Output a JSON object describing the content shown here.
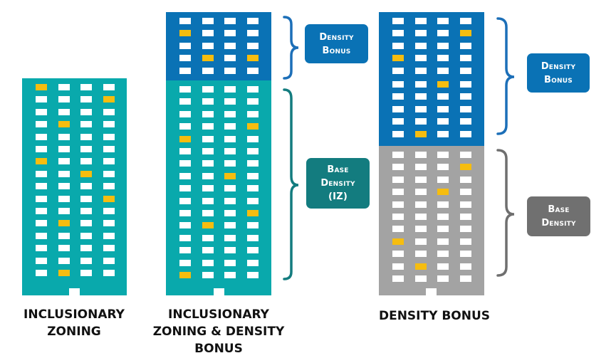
{
  "colors": {
    "teal": "#09a9ac",
    "blue": "#0a72b5",
    "gray": "#a3a3a3",
    "window": "#ffffff",
    "affordable_window": "#f6bd0f",
    "brace_blue": "#1c6fb8",
    "brace_teal": "#137c7f",
    "brace_gray": "#6f6f6f",
    "tag_blue": "#0a72b5",
    "tag_teal": "#137c7f",
    "tag_gray": "#707070"
  },
  "buildings": [
    {
      "id": "inclusionary-zoning",
      "caption": [
        "INCLUSIONARY",
        "ZONING"
      ],
      "sections": [
        {
          "kind": "base-iz",
          "color": "teal",
          "rows": 16,
          "affordable": [
            [
              1,
              1
            ],
            [
              2,
              4
            ],
            [
              4,
              2
            ],
            [
              7,
              1
            ],
            [
              8,
              3
            ],
            [
              10,
              4
            ],
            [
              12,
              2
            ],
            [
              16,
              2
            ]
          ]
        }
      ]
    },
    {
      "id": "iz-and-density-bonus",
      "caption": [
        "INCLUSIONARY",
        "ZONING & DENSITY",
        "BONUS"
      ],
      "sections": [
        {
          "kind": "density-bonus",
          "color": "blue",
          "rows": 5,
          "affordable": [
            [
              2,
              1
            ],
            [
              4,
              2
            ],
            [
              4,
              4
            ]
          ]
        },
        {
          "kind": "base-iz",
          "color": "teal",
          "rows": 16,
          "affordable": [
            [
              4,
              4
            ],
            [
              5,
              1
            ],
            [
              8,
              3
            ],
            [
              11,
              4
            ],
            [
              12,
              2
            ],
            [
              16,
              1
            ]
          ]
        }
      ]
    },
    {
      "id": "density-bonus",
      "caption": [
        "DENSITY BONUS"
      ],
      "sections": [
        {
          "kind": "density-bonus",
          "color": "blue",
          "rows": 10,
          "affordable": [
            [
              2,
              4
            ],
            [
              4,
              1
            ],
            [
              6,
              3
            ],
            [
              10,
              2
            ]
          ]
        },
        {
          "kind": "base",
          "color": "gray",
          "rows": 11,
          "affordable": [
            [
              2,
              4
            ],
            [
              4,
              3
            ],
            [
              8,
              1
            ],
            [
              10,
              2
            ]
          ]
        }
      ]
    }
  ],
  "labels": {
    "b2_density_bonus": [
      "Density",
      "Bonus"
    ],
    "b2_base_density_iz": [
      "Base",
      "Density",
      "(IZ)"
    ],
    "b3_density_bonus": [
      "Density",
      "Bonus"
    ],
    "b3_base_density": [
      "Base",
      "Density"
    ]
  }
}
